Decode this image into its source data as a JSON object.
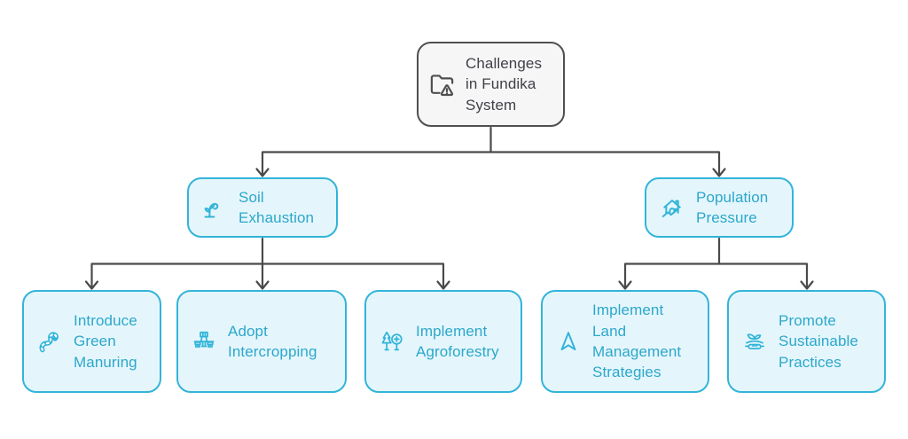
{
  "diagram": {
    "type": "flowchart",
    "root": {
      "label": "Challenges in Fundika System",
      "icon": "folder-alert-icon"
    },
    "branches": [
      {
        "label": "Soil Exhaustion",
        "icon": "wilted-flower-icon",
        "children": [
          {
            "label": "Introduce Green Manuring",
            "icon": "worm-icon"
          },
          {
            "label": "Adopt Intercropping",
            "icon": "seed-drill-icon"
          },
          {
            "label": "Implement Agroforestry",
            "icon": "trees-icon"
          }
        ]
      },
      {
        "label": "Population Pressure",
        "icon": "house-trend-up-icon",
        "children": [
          {
            "label": "Implement Land Management Strategies",
            "icon": "navigation-arrow-icon"
          },
          {
            "label": "Promote Sustainable Practices",
            "icon": "handshake-sprout-icon"
          }
        ]
      }
    ]
  },
  "colors": {
    "background": "#ffffff",
    "connector": "#4a4a4a",
    "root_fill": "#f6f6f6",
    "root_border": "#4f4f4f",
    "root_text": "#414149",
    "node_fill": "#e4f6fc",
    "node_border": "#33b4d9",
    "node_text": "#2da7cb"
  }
}
